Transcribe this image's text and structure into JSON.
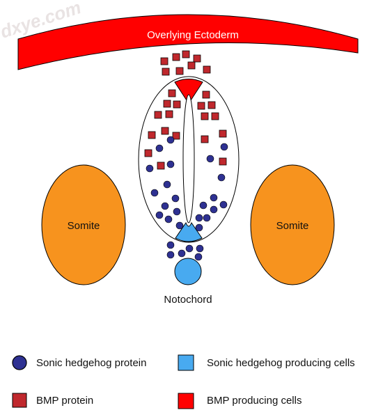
{
  "watermark": "dxye.com",
  "labels": {
    "ectoderm": "Overlying Ectoderm",
    "somite_left": "Somite",
    "somite_right": "Somite",
    "notochord": "Notochord"
  },
  "legend": {
    "shh_protein": "Sonic hedgehog protein",
    "shh_cells": "Sonic hedgehog producing cells",
    "bmp_protein": "BMP protein",
    "bmp_cells": "BMP producing cells"
  },
  "colors": {
    "bmp": "#ff0000",
    "bmp_protein": "#c0282d",
    "shh": "#48aaf0",
    "shh_protein": "#2e3192",
    "somite": "#f7931e",
    "outline": "#000000"
  },
  "icons": {
    "shh_protein": "navy-circle",
    "bmp_protein": "red-square",
    "shh_cells": "blue-square",
    "bmp_cells": "bright-red-square"
  }
}
